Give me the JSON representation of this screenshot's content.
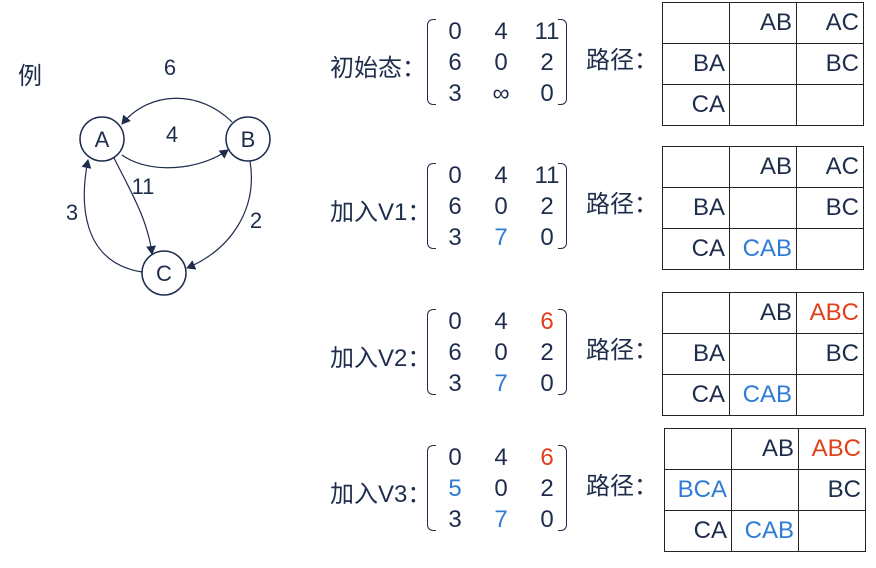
{
  "example_label": "例",
  "graph": {
    "nodes": [
      "A",
      "B",
      "C"
    ],
    "edge_weights": {
      "b_to_a": "6",
      "a_to_b": "4",
      "a_to_c": "11",
      "b_to_c": "2",
      "c_to_a": "3"
    }
  },
  "path_label": "路径：",
  "steps": [
    {
      "label": "初始态：",
      "matrix": [
        [
          "0",
          "4",
          "11"
        ],
        [
          "6",
          "0",
          "2"
        ],
        [
          "3",
          "∞",
          "0"
        ]
      ],
      "matrix_colors": [
        [
          "",
          "",
          ""
        ],
        [
          "",
          "",
          ""
        ],
        [
          "",
          "",
          ""
        ]
      ],
      "paths": [
        [
          "",
          "AB",
          "AC"
        ],
        [
          "BA",
          "",
          "BC"
        ],
        [
          "CA",
          "",
          ""
        ]
      ],
      "path_colors": [
        [
          "",
          "",
          ""
        ],
        [
          "",
          "",
          ""
        ],
        [
          "",
          "",
          ""
        ]
      ]
    },
    {
      "label": "加入V1：",
      "matrix": [
        [
          "0",
          "4",
          "11"
        ],
        [
          "6",
          "0",
          "2"
        ],
        [
          "3",
          "7",
          "0"
        ]
      ],
      "matrix_colors": [
        [
          "",
          "",
          ""
        ],
        [
          "",
          "",
          ""
        ],
        [
          "",
          "blue",
          ""
        ]
      ],
      "paths": [
        [
          "",
          "AB",
          "AC"
        ],
        [
          "BA",
          "",
          "BC"
        ],
        [
          "CA",
          "CAB",
          ""
        ]
      ],
      "path_colors": [
        [
          "",
          "",
          ""
        ],
        [
          "",
          "",
          ""
        ],
        [
          "",
          "blue",
          ""
        ]
      ]
    },
    {
      "label": "加入V2：",
      "matrix": [
        [
          "0",
          "4",
          "6"
        ],
        [
          "6",
          "0",
          "2"
        ],
        [
          "3",
          "7",
          "0"
        ]
      ],
      "matrix_colors": [
        [
          "",
          "",
          "red"
        ],
        [
          "",
          "",
          ""
        ],
        [
          "",
          "blue",
          ""
        ]
      ],
      "paths": [
        [
          "",
          "AB",
          "ABC"
        ],
        [
          "BA",
          "",
          "BC"
        ],
        [
          "CA",
          "CAB",
          ""
        ]
      ],
      "path_colors": [
        [
          "",
          "",
          "red"
        ],
        [
          "",
          "",
          ""
        ],
        [
          "",
          "blue",
          ""
        ]
      ]
    },
    {
      "label": "加入V3：",
      "matrix": [
        [
          "0",
          "4",
          "6"
        ],
        [
          "5",
          "0",
          "2"
        ],
        [
          "3",
          "7",
          "0"
        ]
      ],
      "matrix_colors": [
        [
          "",
          "",
          "red"
        ],
        [
          "blue",
          "",
          ""
        ],
        [
          "",
          "blue",
          ""
        ]
      ],
      "paths": [
        [
          "",
          "AB",
          "ABC"
        ],
        [
          "BCA",
          "",
          "BC"
        ],
        [
          "CA",
          "CAB",
          ""
        ]
      ],
      "path_colors": [
        [
          "",
          "",
          "red"
        ],
        [
          "blue",
          "",
          ""
        ],
        [
          "",
          "blue",
          ""
        ]
      ]
    }
  ]
}
